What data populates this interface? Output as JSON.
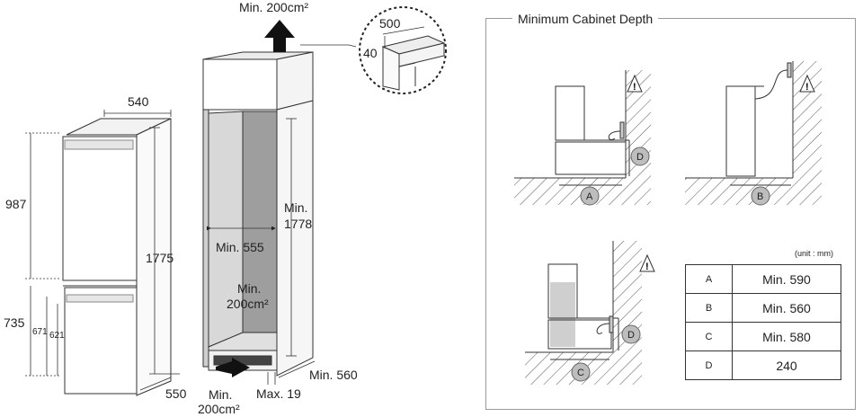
{
  "left_dims": {
    "width_top": "540",
    "upper_height": "987",
    "total_height": "1775",
    "lower_height": "735",
    "inner_a": "671",
    "inner_b": "621",
    "depth": "550"
  },
  "cabinet": {
    "top_vent": "Min. 200cm²",
    "inner_width": "Min. 555",
    "inner_height_line1": "Min.",
    "inner_height_line2": "1778",
    "mid_vent_line1": "Min.",
    "mid_vent_line2": "200cm²",
    "bottom_vent_line1": "Min.",
    "bottom_vent_line2": "200cm²",
    "max_gap": "Max. 19",
    "depth": "Min. 560"
  },
  "zoom": {
    "width": "500",
    "height": "40"
  },
  "depth_box": {
    "title": "Minimum Cabinet Depth",
    "labels": [
      "A",
      "B",
      "C",
      "D"
    ],
    "unit": "(unit : mm)",
    "rows": [
      {
        "key": "A",
        "value": "Min. 590"
      },
      {
        "key": "B",
        "value": "Min. 560"
      },
      {
        "key": "C",
        "value": "Min. 580"
      },
      {
        "key": "D",
        "value": "240"
      }
    ]
  }
}
